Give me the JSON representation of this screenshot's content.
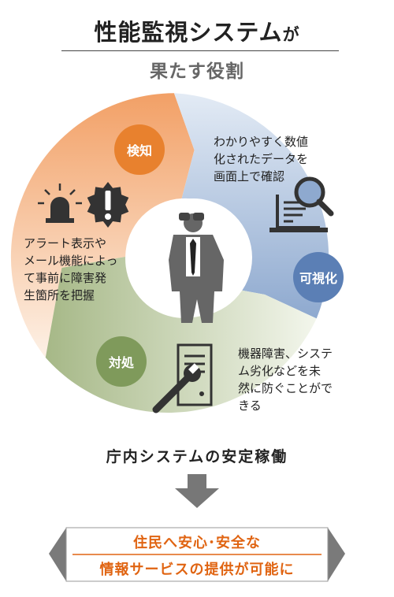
{
  "header": {
    "title_main": "性能監視システム",
    "title_suffix": "が",
    "subtitle": "果たす役割"
  },
  "cycle": {
    "detect": {
      "label": "検知",
      "color": "#e8812e",
      "description": [
        "アラート表示や",
        "メール機能によっ",
        "て事前に障害発",
        "生箇所を把握"
      ]
    },
    "visualize": {
      "label": "可視化",
      "color": "#5b7fb5",
      "description": [
        "わかりやすく数値",
        "化されたデータを",
        "画面上で確認"
      ]
    },
    "respond": {
      "label": "対処",
      "color": "#7f9a5b",
      "description": [
        "機器障害、システ",
        "ム劣化などを未",
        "然に防ぐことがで",
        "きる"
      ]
    }
  },
  "result": {
    "label": "庁内システムの安定稼働"
  },
  "banner": {
    "line1": "住民へ安心･安全な",
    "line2": "情報サービスの提供が可能に",
    "accent_color": "#e06412"
  },
  "icons": [
    "alarm-light-icon",
    "alert-badge-icon",
    "magnifier-laptop-icon",
    "businessman-binoculars-icon",
    "wrench-server-icon",
    "down-arrow-icon"
  ]
}
